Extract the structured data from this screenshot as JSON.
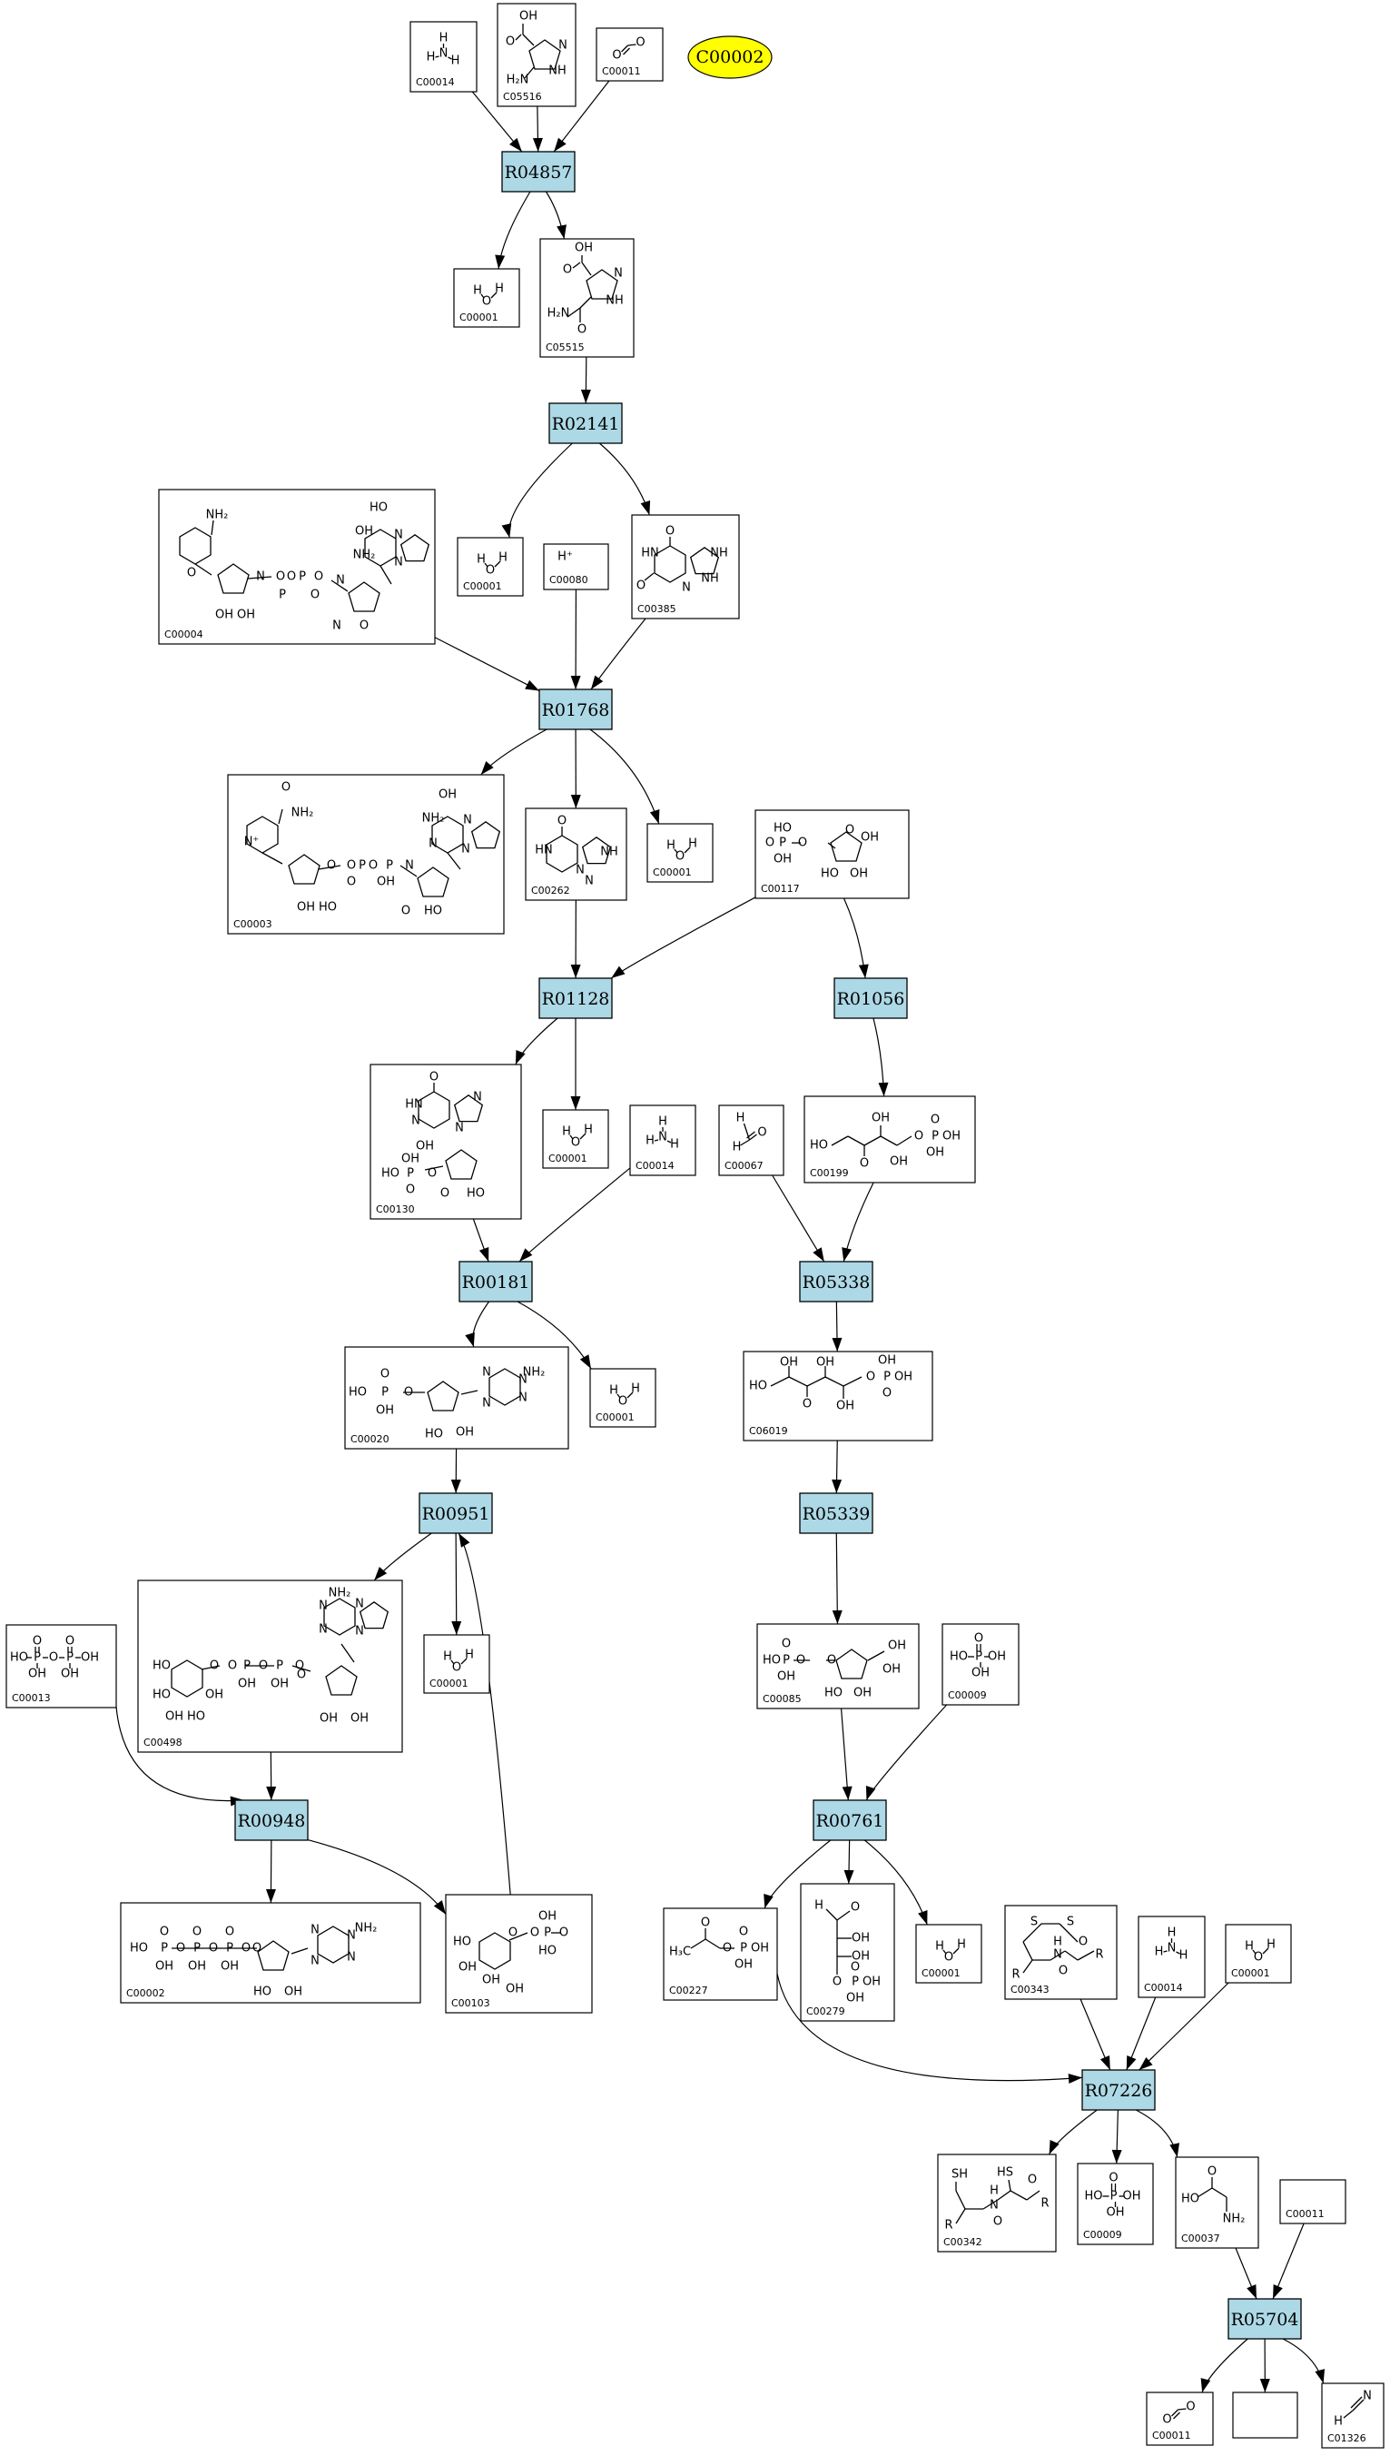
{
  "highlighted_compound": "C00002",
  "reactions": {
    "R04857": "R04857",
    "R02141": "R02141",
    "R01768": "R01768",
    "R01128": "R01128",
    "R01056": "R01056",
    "R00181": "R00181",
    "R05338": "R05338",
    "R00951": "R00951",
    "R05339": "R05339",
    "R00948": "R00948",
    "R00761": "R00761",
    "R07226": "R07226",
    "R05704": "R05704"
  },
  "compounds": {
    "n1": {
      "id": "C00014",
      "atoms": [
        "H",
        "N",
        "H",
        "H"
      ]
    },
    "n2": {
      "id": "C05516",
      "atoms": [
        "OH",
        "O",
        "N",
        "NH",
        "H₂N"
      ]
    },
    "n3": {
      "id": "C00011",
      "atoms": [
        "O",
        "O"
      ]
    },
    "n4": {
      "id": "C00001",
      "atoms": [
        "H",
        "O",
        "H"
      ]
    },
    "n5": {
      "id": "C05515",
      "atoms": [
        "OH",
        "O",
        "N",
        "NH",
        "H₂N",
        "O"
      ]
    },
    "n6": {
      "id": "C00001",
      "atoms": [
        "H",
        "O",
        "H"
      ]
    },
    "n7": {
      "id": "C00080",
      "atoms": [
        "H⁺"
      ]
    },
    "n8": {
      "id": "C00385",
      "atoms": [
        "O",
        "HN",
        "NH",
        "O",
        "N",
        "NH"
      ]
    },
    "n9": {
      "id": "C00004",
      "atoms": [
        "NH₂",
        "O",
        "N",
        "O",
        "O",
        "P",
        "O",
        "P",
        "O",
        "OH",
        "OH",
        "HO",
        "OH",
        "NH₂",
        "N",
        "N",
        "N",
        "N",
        "O",
        "HO",
        "OH"
      ]
    },
    "n10": {
      "id": "C00003",
      "atoms": [
        "O",
        "NH₂",
        "N⁺",
        "O",
        "O",
        "P",
        "O",
        "P",
        "O",
        "OH",
        "OH",
        "HO",
        "OH",
        "NH₂",
        "N",
        "N",
        "N",
        "N",
        "O",
        "HO",
        "OH"
      ]
    },
    "n11": {
      "id": "C00262",
      "atoms": [
        "O",
        "HN",
        "N",
        "NH",
        "N"
      ]
    },
    "n12": {
      "id": "C00001",
      "atoms": [
        "H",
        "O",
        "H"
      ]
    },
    "n13": {
      "id": "C00117",
      "atoms": [
        "HO",
        "O",
        "P",
        "O",
        "OH",
        "O",
        "OH",
        "HO",
        "OH"
      ]
    },
    "n14": {
      "id": "C00130",
      "atoms": [
        "O",
        "HN",
        "N",
        "N",
        "N",
        "OH",
        "HO",
        "P",
        "O",
        "O",
        "O",
        "HO",
        "OH"
      ]
    },
    "n15": {
      "id": "C00001",
      "atoms": [
        "H",
        "O",
        "H"
      ]
    },
    "n16": {
      "id": "C00014",
      "atoms": [
        "H",
        "N",
        "H",
        "H"
      ]
    },
    "n17": {
      "id": "C00067",
      "atoms": [
        "O",
        "H",
        "H"
      ]
    },
    "n18": {
      "id": "C00199",
      "atoms": [
        "OH",
        "O",
        "HO",
        "O",
        "P",
        "OH",
        "O",
        "OH",
        "OH"
      ]
    },
    "n19": {
      "id": "C00020",
      "atoms": [
        "O",
        "HO",
        "P",
        "O",
        "OH",
        "N",
        "N",
        "NH₂",
        "N",
        "N",
        "HO",
        "OH"
      ]
    },
    "n20": {
      "id": "C00001",
      "atoms": [
        "H",
        "O",
        "H"
      ]
    },
    "n21": {
      "id": "C06019",
      "atoms": [
        "OH",
        "OH",
        "HO",
        "O",
        "OH",
        "O",
        "P",
        "OH",
        "O",
        "OH"
      ]
    },
    "n22": {
      "id": "C00498",
      "atoms": [
        "NH₂",
        "N",
        "N",
        "N",
        "N",
        "HO",
        "O",
        "O",
        "P",
        "O",
        "P",
        "O",
        "O",
        "OH",
        "OH",
        "HO",
        "OH",
        "HO",
        "OH",
        "OH",
        "OH"
      ]
    },
    "n23": {
      "id": "C00001",
      "atoms": [
        "H",
        "O",
        "H"
      ]
    },
    "n24": {
      "id": "C00013",
      "atoms": [
        "HO",
        "P",
        "O",
        "P",
        "OH",
        "OH",
        "OH",
        "O",
        "O"
      ]
    },
    "n25": {
      "id": "C00085",
      "atoms": [
        "HO",
        "P",
        "O",
        "O",
        "OH",
        "OH",
        "O",
        "HO",
        "OH",
        "OH"
      ]
    },
    "n26": {
      "id": "C00009",
      "atoms": [
        "O",
        "HO",
        "P",
        "OH",
        "OH"
      ]
    },
    "n27": {
      "id": "C00002",
      "atoms": [
        "O",
        "O",
        "O",
        "HO",
        "P",
        "O",
        "P",
        "O",
        "P",
        "O",
        "OH",
        "OH",
        "OH",
        "O",
        "N",
        "N",
        "NH₂",
        "N",
        "N",
        "HO",
        "OH"
      ]
    },
    "n28": {
      "id": "C00103",
      "atoms": [
        "HO",
        "O",
        "OH",
        "O",
        "P",
        "O",
        "OH",
        "HO",
        "OH",
        "OH"
      ]
    },
    "n29": {
      "id": "C00227",
      "atoms": [
        "O",
        "H₃C",
        "O",
        "P",
        "OH",
        "O",
        "OH"
      ]
    },
    "n30": {
      "id": "C00279",
      "atoms": [
        "H",
        "O",
        "OH",
        "OH",
        "O",
        "P",
        "OH",
        "O",
        "OH"
      ]
    },
    "n31": {
      "id": "C00001",
      "atoms": [
        "H",
        "O",
        "H"
      ]
    },
    "n32": {
      "id": "C00343",
      "atoms": [
        "S",
        "S",
        "H",
        "N",
        "O",
        "R",
        "R",
        "O"
      ]
    },
    "n33": {
      "id": "C00014",
      "atoms": [
        "H",
        "N",
        "H",
        "H"
      ]
    },
    "n34": {
      "id": "C00001",
      "atoms": [
        "H",
        "O",
        "H"
      ]
    },
    "n35": {
      "id": "C00342",
      "atoms": [
        "SH",
        "HS",
        "H",
        "N",
        "O",
        "R",
        "R",
        "O"
      ]
    },
    "n36": {
      "id": "C00009",
      "atoms": [
        "O",
        "HO",
        "P",
        "OH",
        "OH"
      ]
    },
    "n37": {
      "id": "C00037",
      "atoms": [
        "O",
        "HO",
        "NH₂"
      ]
    },
    "n38": {
      "id": "C00011",
      "atoms": [
        "O",
        "O"
      ]
    },
    "n39": {
      "id": "C01326",
      "atoms": [
        "N",
        "H"
      ]
    }
  }
}
